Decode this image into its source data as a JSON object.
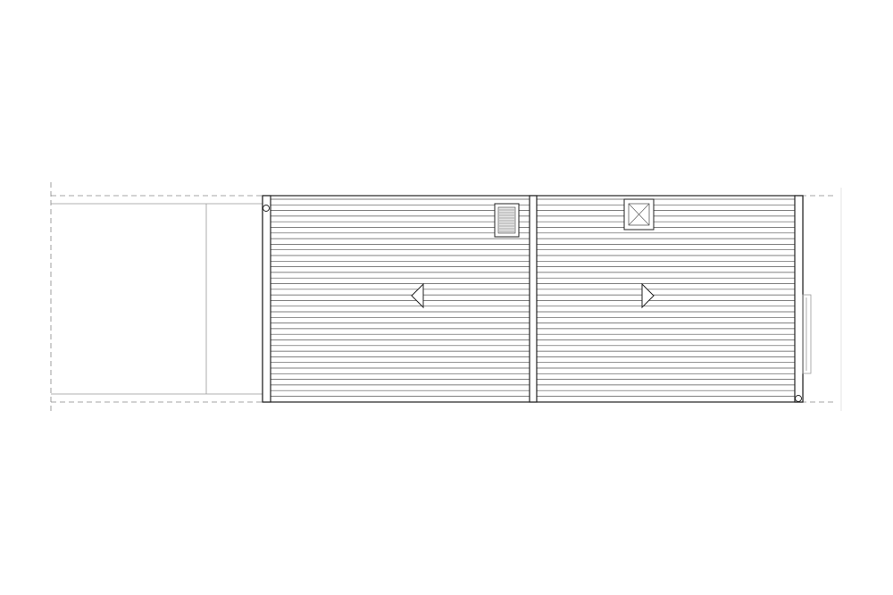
{
  "drawing": {
    "type": "roof-plan",
    "colors": {
      "line": "#222222",
      "thin_line": "#777777",
      "dashed_line": "#888888",
      "background": "#ffffff"
    },
    "roof": {
      "panel_count": 2,
      "ridge_divider": true,
      "seam_pattern": "horizontal-standing-seam",
      "slope_arrows": [
        {
          "panel": "left",
          "direction": "left"
        },
        {
          "panel": "right",
          "direction": "right"
        }
      ]
    },
    "elements": [
      {
        "name": "skylight",
        "panel": "left",
        "style": "hatched"
      },
      {
        "name": "roof-hatch",
        "panel": "right",
        "style": "pyramid"
      },
      {
        "name": "drain",
        "position": "top-left"
      },
      {
        "name": "drain",
        "position": "bottom-right"
      },
      {
        "name": "rear-yard",
        "position": "left"
      },
      {
        "name": "side-element",
        "position": "right"
      }
    ]
  }
}
